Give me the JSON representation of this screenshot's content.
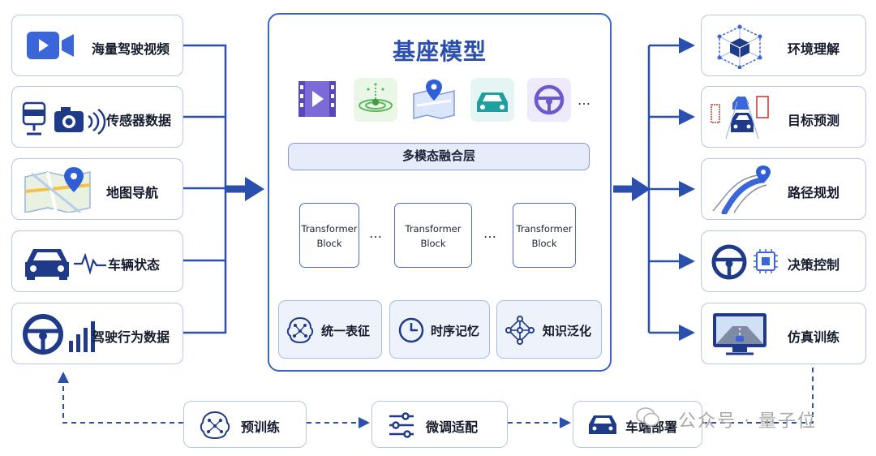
{
  "title": "基座模型",
  "inputs": [
    "海量驾驶视频",
    "传感器数据",
    "地图导航",
    "车辆状态",
    "驾驶行为数据"
  ],
  "outputs": [
    "环境理解",
    "目标预测",
    "路径规划",
    "决策控制",
    "仿真训练"
  ],
  "fusion_label": "多模态融合层",
  "transformer_line1": "Transformer",
  "transformer_line2": "Block",
  "ellipsis": "…",
  "icon_row_ellipsis": "…",
  "capabilities": [
    "统一表征",
    "时序记忆",
    "知识泛化"
  ],
  "pipeline": [
    "预训练",
    "微调适配",
    "车端部署"
  ],
  "watermark": "公众号 · 量子位",
  "colors": {
    "primary": "#2b4fae",
    "accent": "#3a64c6",
    "border": "#b7c6e6"
  }
}
